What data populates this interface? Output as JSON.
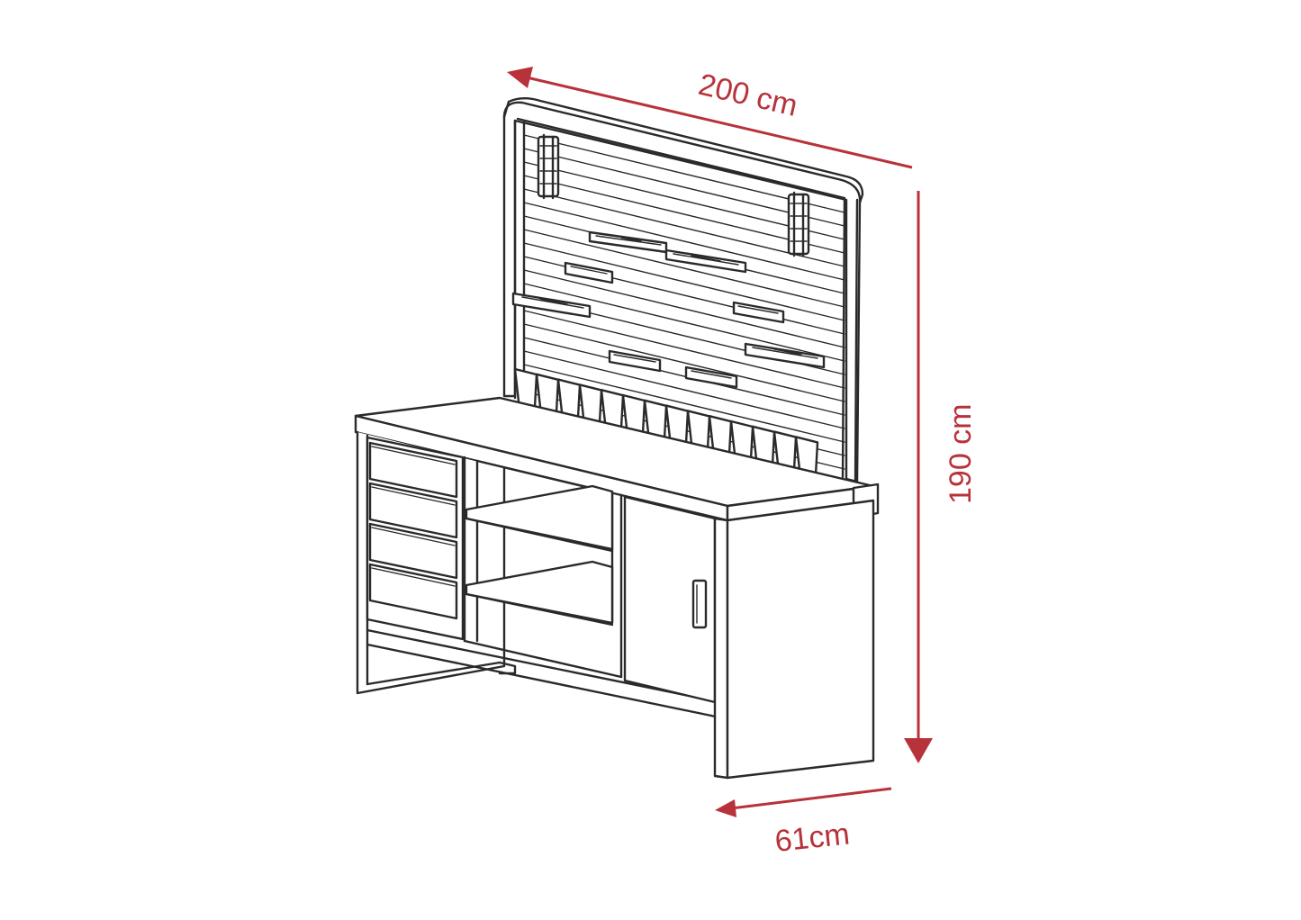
{
  "dimensions": {
    "width_label": "200 cm",
    "height_label": "190 cm",
    "depth_label": "61cm"
  },
  "colors": {
    "dimension": "#b8323a",
    "outline": "#2a2a2a",
    "background": "#ffffff"
  }
}
